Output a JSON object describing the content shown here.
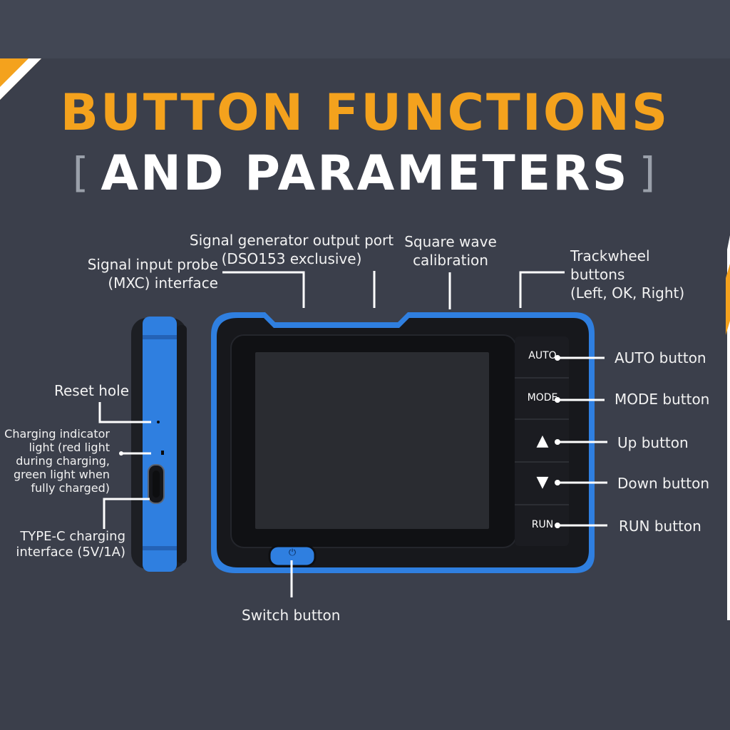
{
  "title": {
    "line1": "BUTTON FUNCTIONS",
    "line2": "AND PARAMETERS",
    "bracket_left": "[",
    "bracket_right": "]"
  },
  "callouts": {
    "signal_input": "Signal input probe\n(MXC) interface",
    "signal_generator": "Signal generator output port\n(DSO153 exclusive)",
    "square_wave": "Square wave\ncalibration",
    "trackwheel": "Trackwheel\nbuttons\n(Left, OK, Right)",
    "reset_hole": "Reset hole",
    "charging_indicator": "Charging indicator\nlight (red light\nduring charging,\ngreen light when\nfully charged)",
    "typec": "TYPE-C charging\ninterface (5V/1A)",
    "switch": "Switch button",
    "auto": "AUTO button",
    "mode": "MODE button",
    "up": "Up button",
    "down": "Down button",
    "run": "RUN button"
  },
  "device_buttons": {
    "auto": "AUTO",
    "mode": "MODE",
    "run": "RUN",
    "up_icon": "▲",
    "down_icon": "▼",
    "power_icon": "⏻"
  },
  "colors": {
    "accent_orange": "#f4a21d",
    "device_blue": "#2f7fe0",
    "background": "#3b3f4b"
  }
}
